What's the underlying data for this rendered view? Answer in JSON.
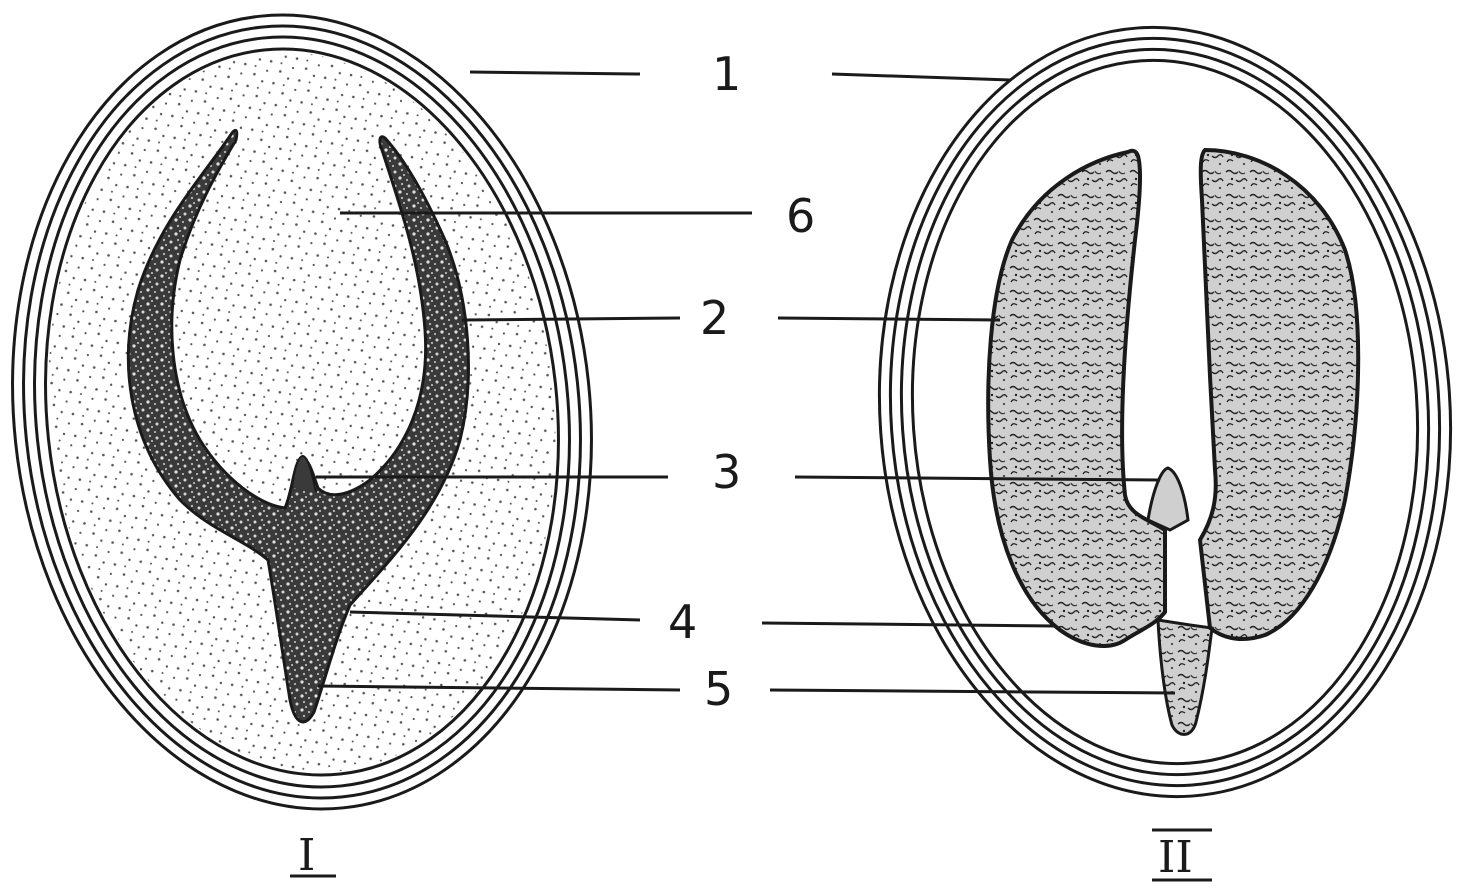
{
  "figures": [
    {
      "id": "I",
      "caption": "I"
    },
    {
      "id": "II",
      "caption": "II"
    }
  ],
  "labels": [
    "1",
    "6",
    "2",
    "3",
    "4",
    "5"
  ],
  "colors": {
    "ink": "#1a1a1a",
    "paper": "#ffffff",
    "dark_fill": "#3a3a3a",
    "stipple": "#555555"
  }
}
